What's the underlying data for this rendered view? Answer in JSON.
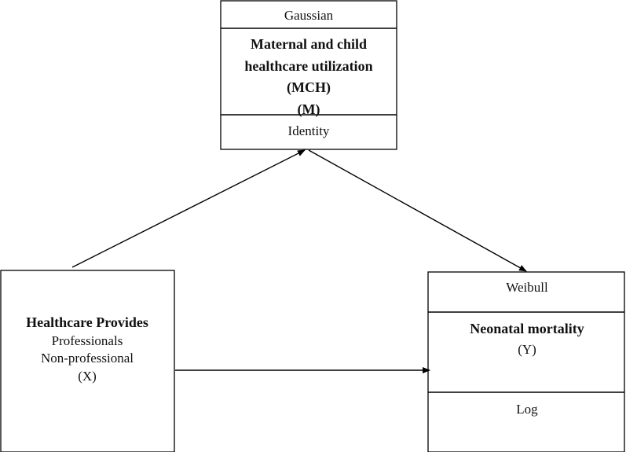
{
  "mediator": {
    "top_label": "Gaussian",
    "title_line1": "Maternal and child",
    "title_line2": "healthcare utilization",
    "abbr": "(MCH)",
    "symbol": "(M)",
    "bottom_label": "Identity"
  },
  "exposure": {
    "title": "Healthcare Provides",
    "line1": "Professionals",
    "line2": "Non-professional",
    "symbol": "(X)"
  },
  "outcome": {
    "top_label": "Weibull",
    "title": "Neonatal mortality",
    "symbol": "(Y)",
    "bottom_label": "Log"
  }
}
